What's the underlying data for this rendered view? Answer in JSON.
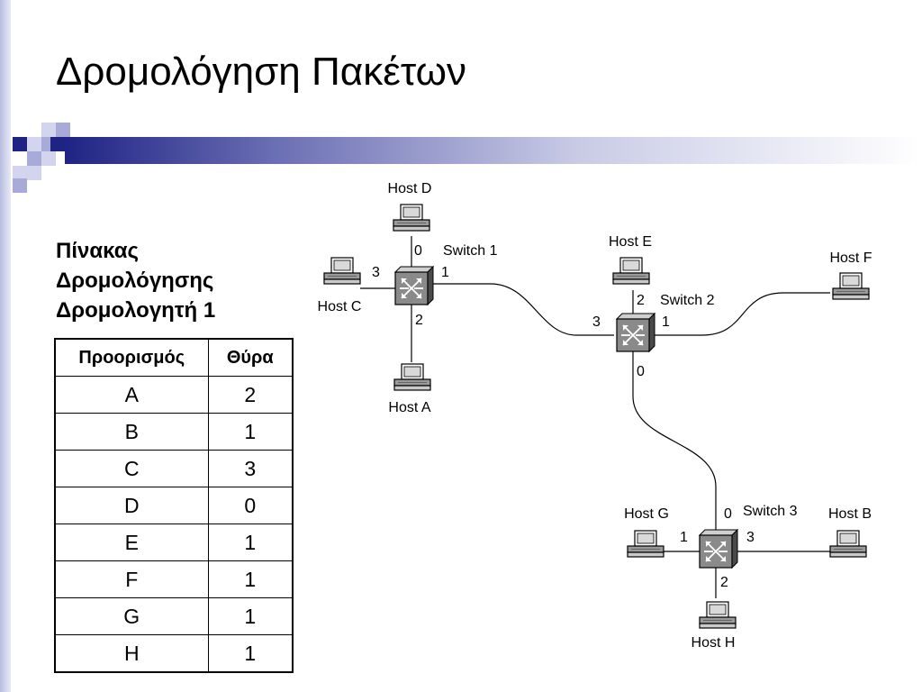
{
  "slide": {
    "title": "Δρομολόγηση Πακέτων"
  },
  "caption": {
    "line1": "Πίνακας",
    "line2": "Δρομολόγησης",
    "line3": "Δρομολογητή 1"
  },
  "table": {
    "headers": [
      "Προορισμός",
      "Θύρα"
    ],
    "rows": [
      [
        "A",
        "2"
      ],
      [
        "B",
        "1"
      ],
      [
        "C",
        "3"
      ],
      [
        "D",
        "0"
      ],
      [
        "E",
        "1"
      ],
      [
        "F",
        "1"
      ],
      [
        "G",
        "1"
      ],
      [
        "H",
        "1"
      ]
    ]
  },
  "diagram": {
    "switches": {
      "s1": "Switch 1",
      "s2": "Switch 2",
      "s3": "Switch 3"
    },
    "hosts": {
      "a": "Host A",
      "b": "Host B",
      "c": "Host C",
      "d": "Host D",
      "e": "Host E",
      "f": "Host F",
      "g": "Host G",
      "h": "Host H"
    },
    "ports": {
      "s1_0": "0",
      "s1_1": "1",
      "s1_2": "2",
      "s1_3": "3",
      "s2_0": "0",
      "s2_1": "1",
      "s2_2": "2",
      "s2_3": "3",
      "s3_0": "0",
      "s3_1": "1",
      "s3_2": "2",
      "s3_3": "3"
    }
  },
  "colors": {
    "accent_dark": "#1f2384",
    "accent_light": "#a8abd8",
    "device_gray": "#9a9a9a"
  }
}
